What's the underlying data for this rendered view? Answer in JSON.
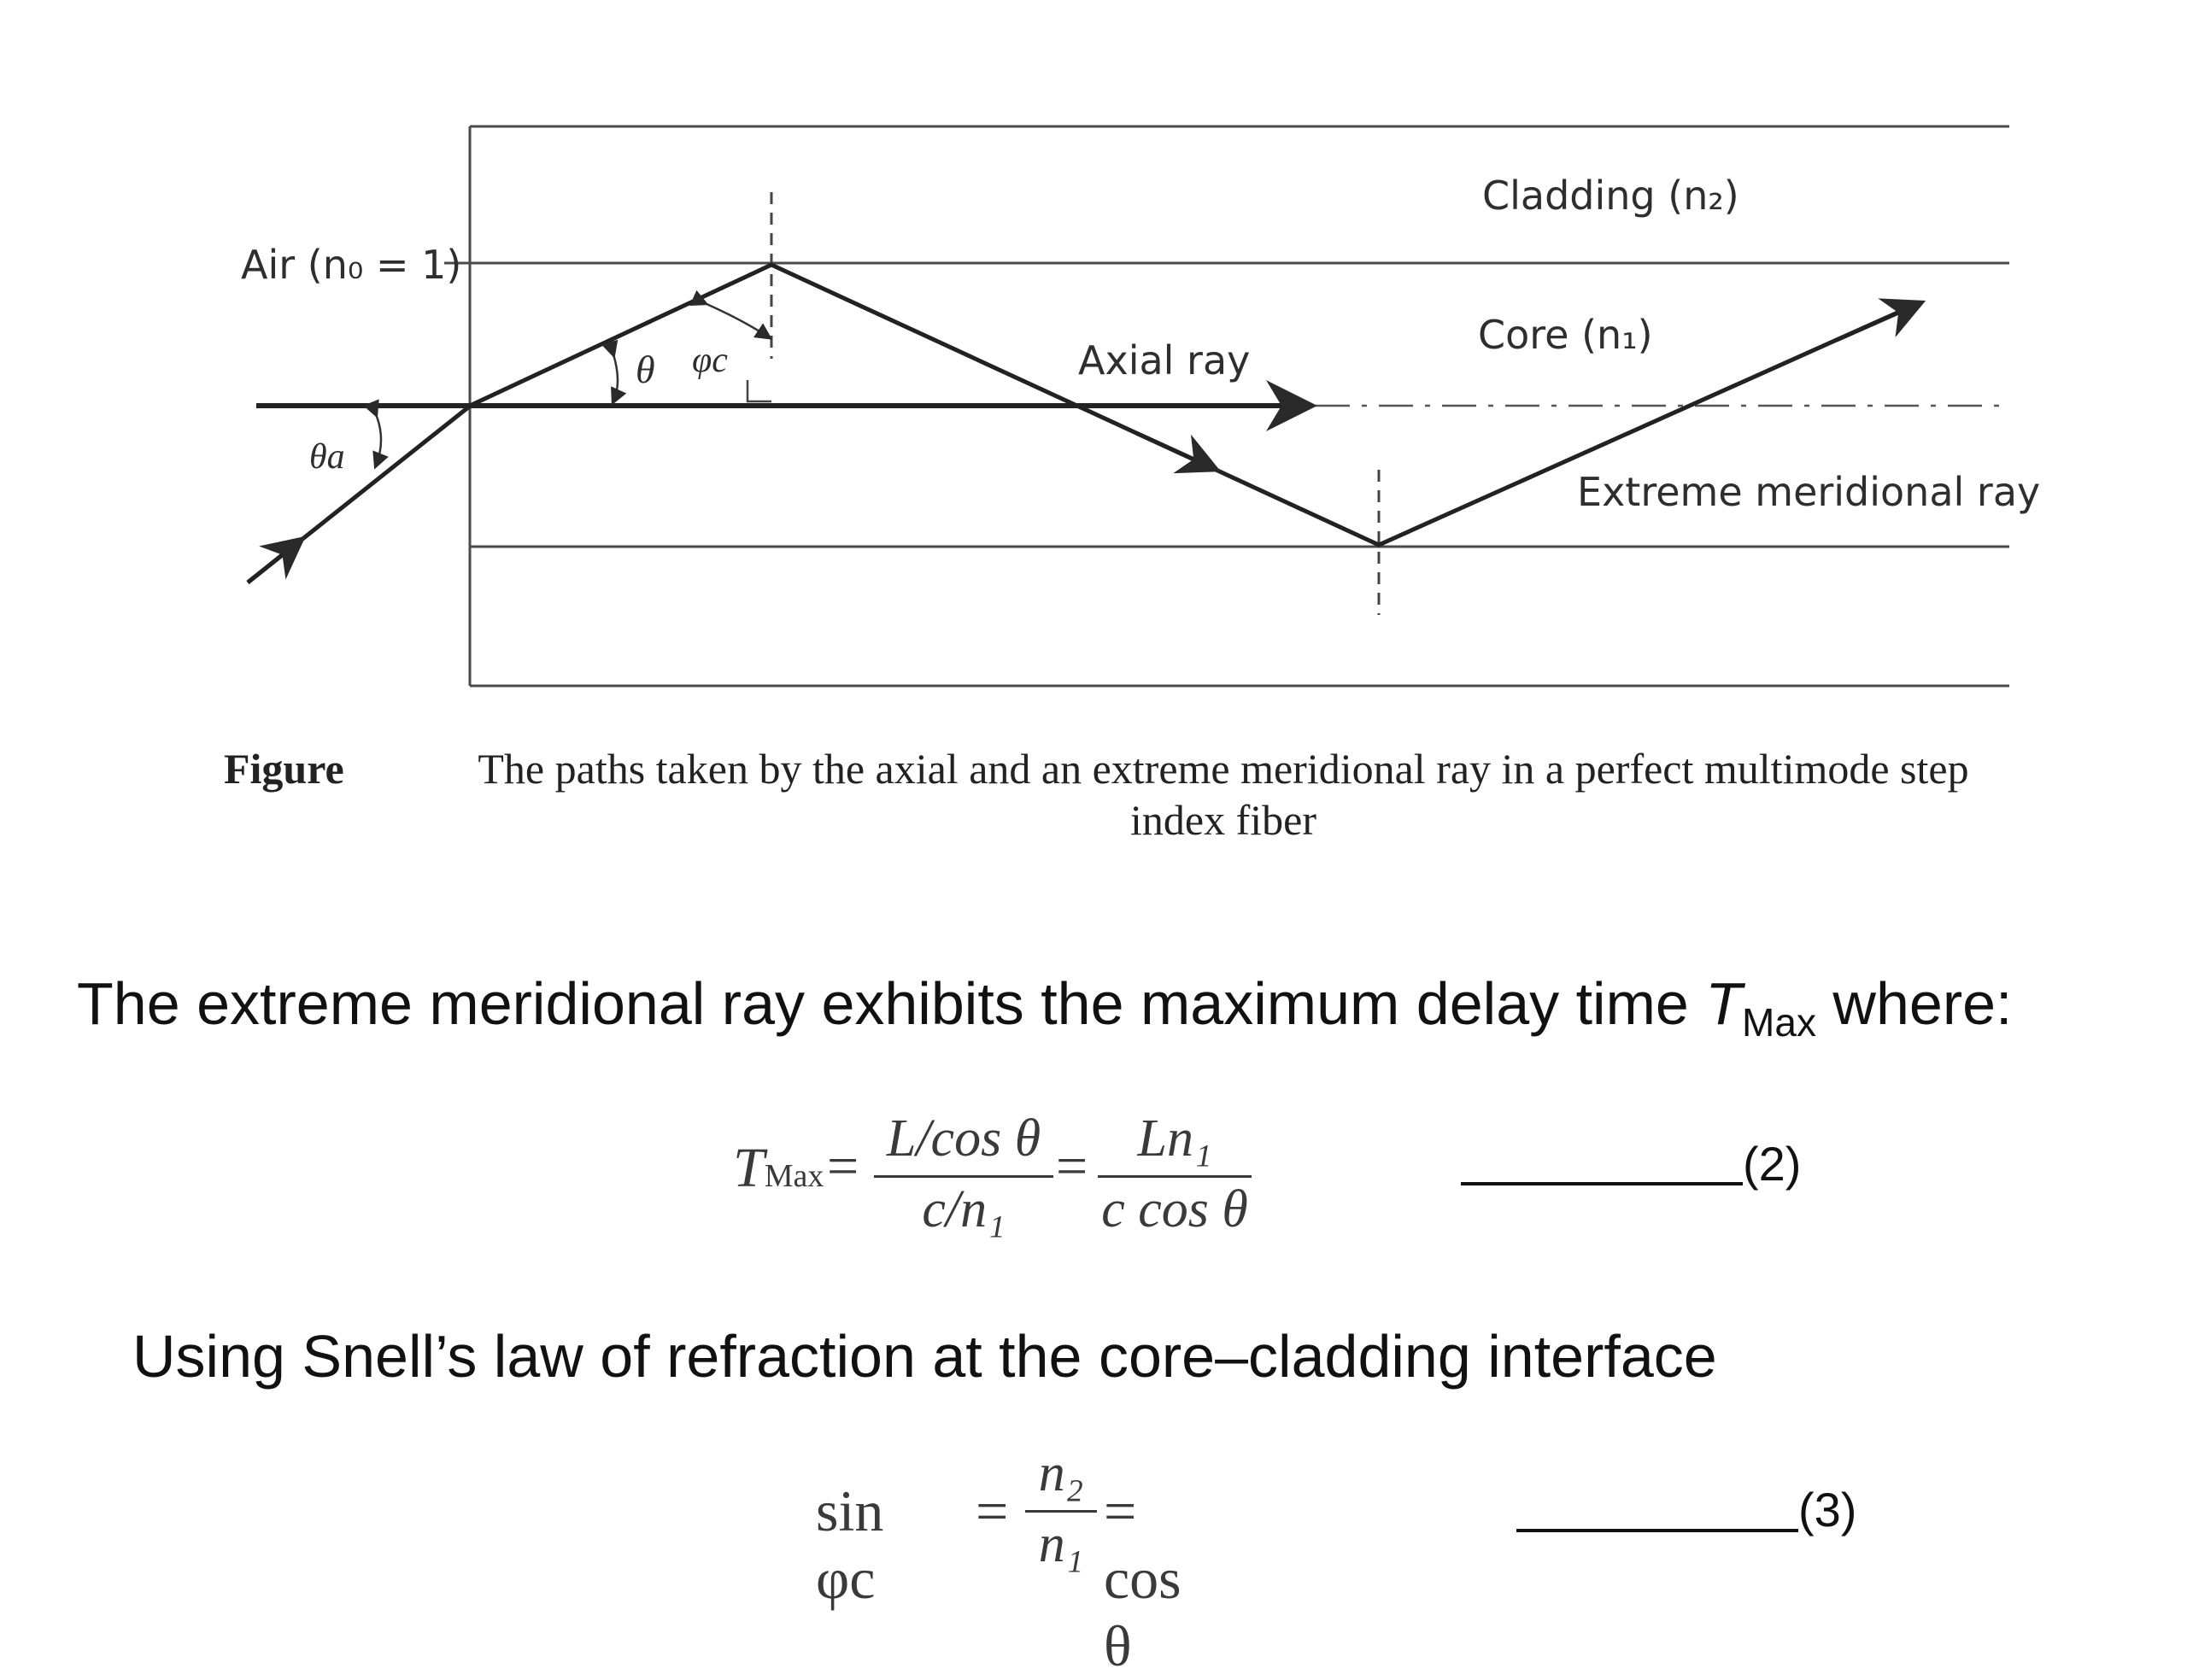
{
  "diagram": {
    "labels": {
      "cladding": "Cladding (n₂)",
      "air": "Air (n₀ = 1)",
      "core": "Core (n₁)",
      "axial_ray": "Axial ray",
      "extreme_ray": "Extreme meridional ray",
      "theta": "θ",
      "phi_c": "φc",
      "theta_a": "θa"
    }
  },
  "caption": {
    "label": "Figure",
    "text": "The paths taken by the axial and an extreme meridional ray in a perfect multimode step index fiber"
  },
  "paragraph1": {
    "text_before": "The extreme meridional ray exhibits the maximum delay time ",
    "symbol": "T",
    "subscript": "Max",
    "text_after": " where:"
  },
  "equation2": {
    "lhs": "T",
    "lhs_sub": "Max",
    "eq1": "=",
    "frac1_num": "L/cos θ",
    "frac1_den": "c/n₁",
    "eq2": "=",
    "frac2_num": "Ln₁",
    "frac2_den": "c cos θ",
    "number": "(2)"
  },
  "paragraph2": {
    "text": "Using Snell’s law of refraction at the core–cladding interface"
  },
  "equation3": {
    "lhs": "sin φc",
    "eq1": "=",
    "frac_num": "n₂",
    "frac_den": "n₁",
    "rhs": "= cos θ",
    "number": "(3)"
  }
}
